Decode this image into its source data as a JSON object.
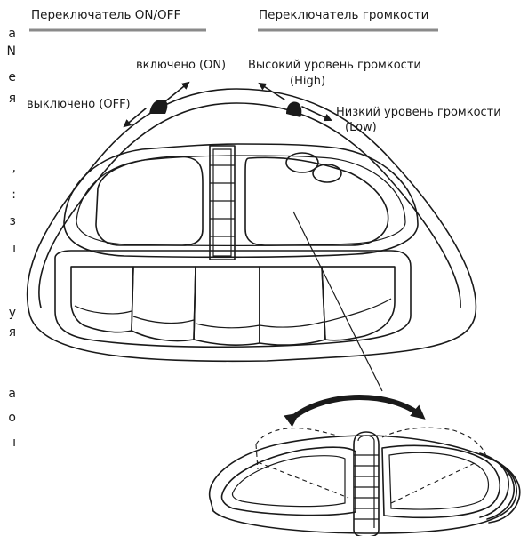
{
  "headers": {
    "power_switch": "Переключатель ON/OFF",
    "volume_switch": "Переключатель громкости"
  },
  "labels": {
    "on": "включено (ON)",
    "off": "выключено (OFF)",
    "high_line1": "Высокий уровень громкости",
    "high_line2": "(High)",
    "low_line1": "Низкий уровень громкости",
    "low_line2": "(Low)"
  },
  "edge_text": [
    "а",
    "N",
    "е",
    "я",
    ",",
    ":",
    "з",
    "ı",
    "у",
    "я",
    "а",
    "о",
    "ı"
  ],
  "colors": {
    "header_rule": "#8a8a8a",
    "ink": "#1a1a1a",
    "background": "#ffffff"
  }
}
